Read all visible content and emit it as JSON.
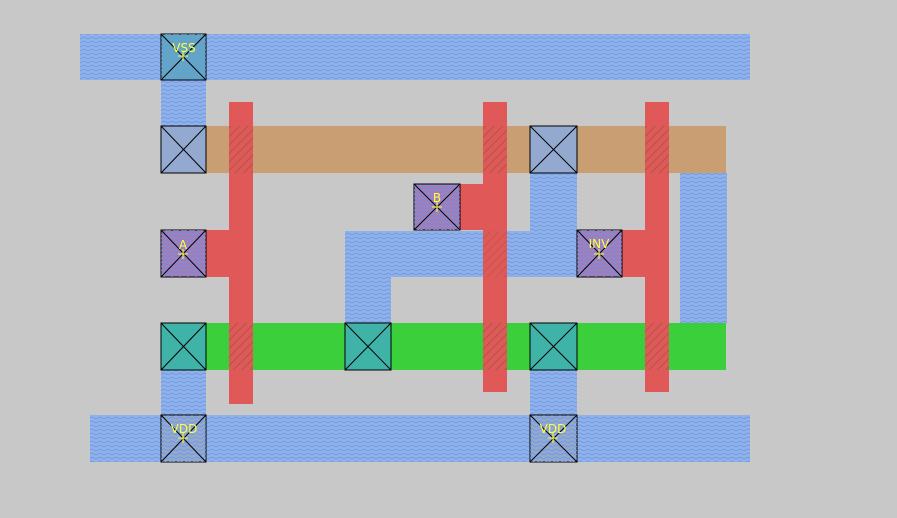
{
  "colors": {
    "background": "#c8c8c8",
    "metal1": "#8fb2ea",
    "metal1_hatch": "#6f97e0",
    "poly": "#e05858",
    "ndiff": "#c99e72",
    "pdiff": "#3ccf3c",
    "contact_fill": "#93a9cf",
    "contact_border": "#000000",
    "label": "#ffff40"
  },
  "labels": {
    "vss": "VSS",
    "a": "A",
    "b": "B",
    "inv": "INV",
    "vdd_left": "VDD",
    "vdd_right": "VDD"
  }
}
